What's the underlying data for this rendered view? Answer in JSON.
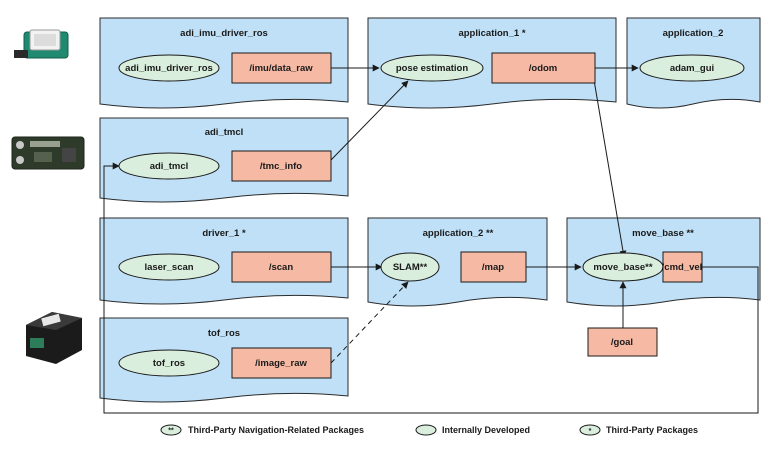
{
  "colors": {
    "package_fill": "#bfe0f7",
    "package_stroke": "#2b2b2b",
    "node_fill": "#d9eedd",
    "topic_fill": "#f6b9a4",
    "edge": "#1a1a1a"
  },
  "packages": {
    "adi_imu_driver_ros": "adi_imu_driver_ros",
    "application_1": "application_1 *",
    "application_2_top": "application_2",
    "adi_tmcl": "adi_tmcl",
    "driver_1": "driver_1 *",
    "application_2_nav": "application_2 **",
    "move_base": "move_base **",
    "tof_ros": "tof_ros"
  },
  "nodes": {
    "adi_imu_driver_ros": "adi_imu_driver_ros",
    "pose_estimation": "pose estimation",
    "adam_gui": "adam_gui",
    "adi_tmcl": "adi_tmcl",
    "laser_scan": "laser_scan",
    "slam": "SLAM**",
    "move_base": "move_base**",
    "tof_ros": "tof_ros"
  },
  "topics": {
    "imu_data_raw": "/imu/data_raw",
    "odom": "/odom",
    "tmc_info": "/tmc_info",
    "scan": "/scan",
    "map": "/map",
    "cmd_vel": "/cmd_vel",
    "goal": "/goal",
    "image_raw": "/image_raw"
  },
  "legend": {
    "nav_mark": "**",
    "nav_label": "Third-Party Navigation-Related Packages",
    "internal_label": "Internally Developed",
    "third_mark": "*",
    "third_label": "Third-Party Packages"
  },
  "images": {
    "imu_board": "imu-board",
    "motor_controller_board": "motor-controller-board",
    "tof_camera": "tof-camera"
  }
}
